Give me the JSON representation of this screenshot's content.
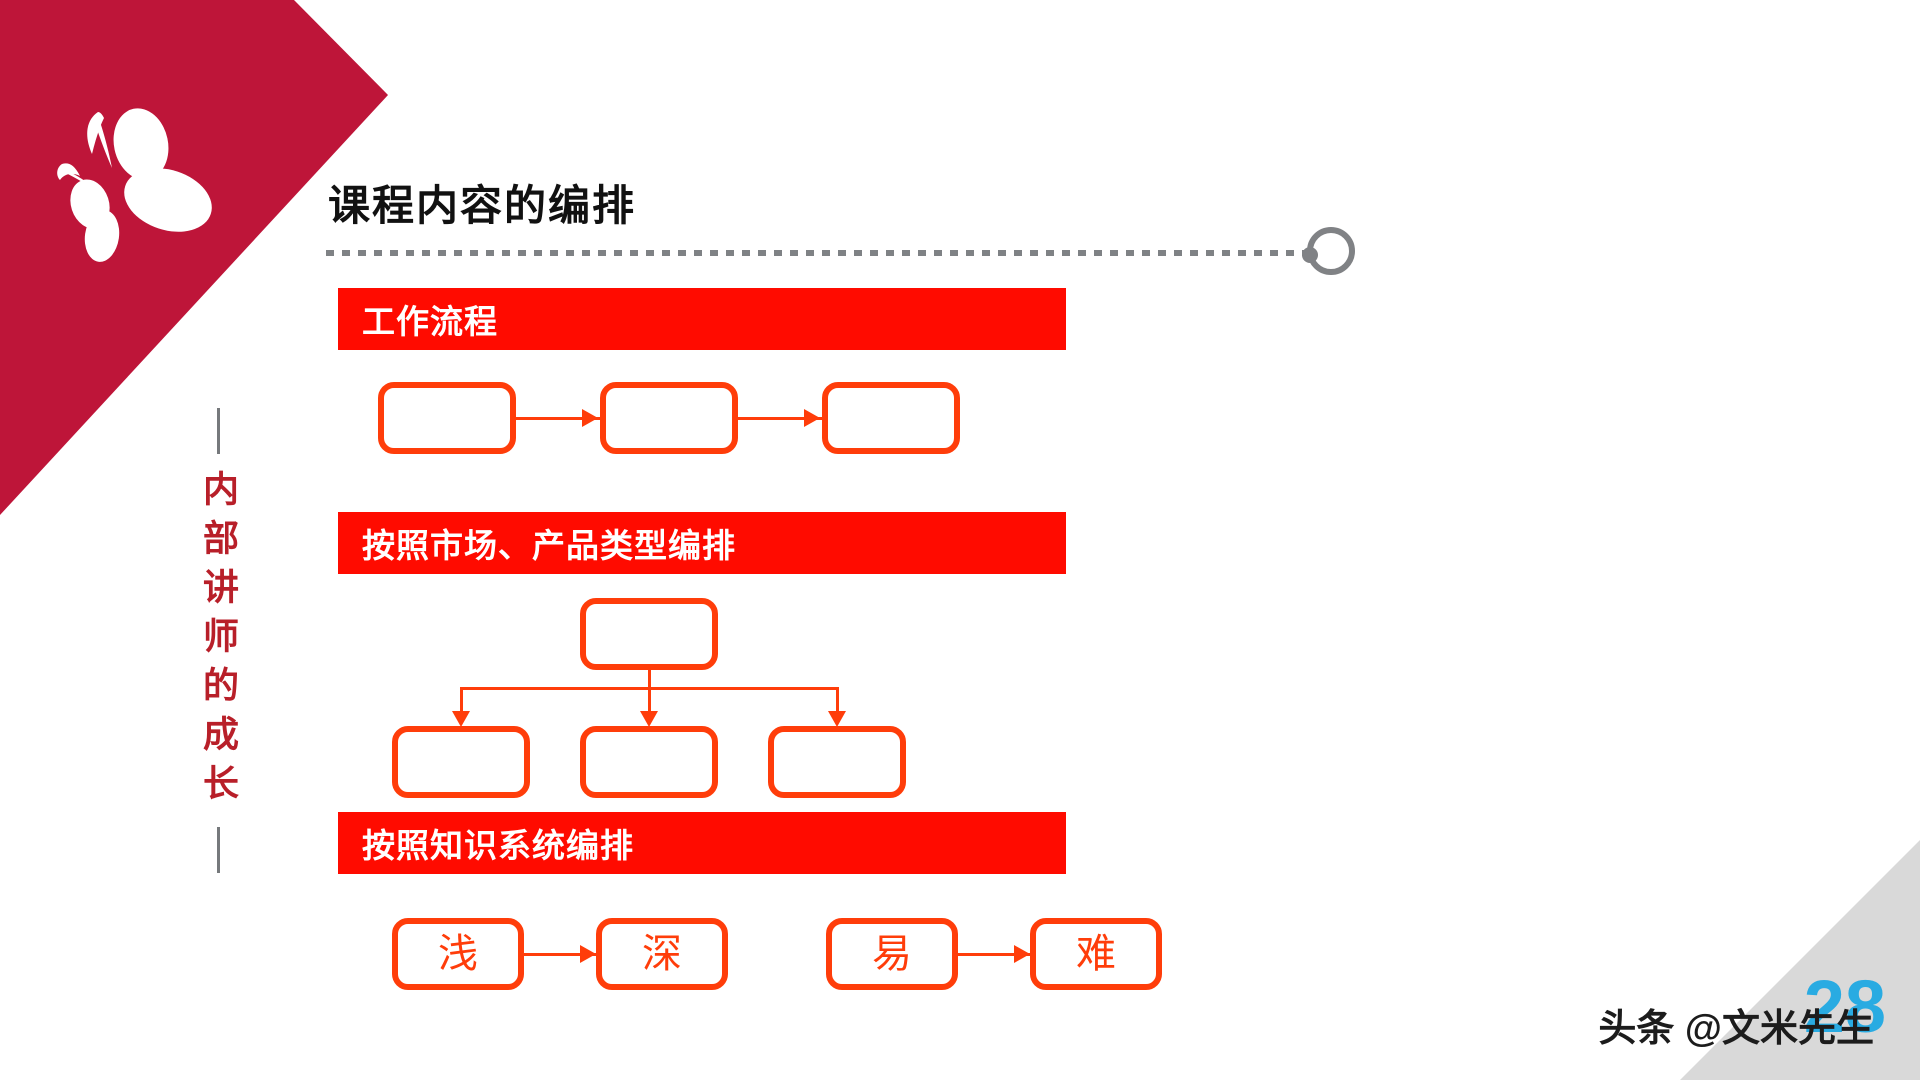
{
  "slide": {
    "title": "课程内容的编排",
    "side_label": "内部讲师的成长",
    "page_number": "28",
    "watermark": "头条 @文米先生",
    "colors": {
      "corner_red": "#BE1539",
      "bar_red": "#FF0B00",
      "box_orange": "#FF3D0A",
      "side_label_red": "#B81F29",
      "dotline_gray": "#7f8285",
      "corner_gray": "#D9D9D9",
      "page_blue": "#29ABE2"
    }
  },
  "sections": [
    {
      "id": "workflow",
      "header": "工作流程",
      "diagram_type": "linear-flow",
      "boxes": [
        "",
        "",
        ""
      ]
    },
    {
      "id": "market-product",
      "header": "按照市场、产品类型编排",
      "diagram_type": "tree",
      "root": "",
      "children": [
        "",
        "",
        ""
      ]
    },
    {
      "id": "knowledge-system",
      "header": "按照知识系统编排",
      "diagram_type": "paired-flow",
      "pairs": [
        {
          "from": "浅",
          "to": "深"
        },
        {
          "from": "易",
          "to": "难"
        }
      ]
    }
  ],
  "icons": {
    "butterfly": "butterfly-logo",
    "title_end": "circle-endpoint-marker"
  }
}
